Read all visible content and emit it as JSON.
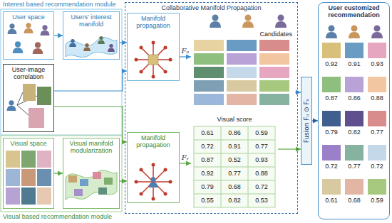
{
  "diagram": {
    "nodes": [
      {
        "text": [
          "User space"
        ]
      },
      {
        "text": [
          "Users' interest manifold"
        ]
      },
      {
        "text": [
          "User-image correlation"
        ]
      },
      {
        "text": [
          "Visual space"
        ]
      },
      {
        "text": [
          "Visual manifold modularization"
        ]
      },
      {
        "text": [
          "Collaborative Manifold Propagation"
        ]
      },
      {
        "text": [
          "Manifold propagation"
        ],
        "in": 5
      },
      {
        "text": [
          "Candidates"
        ],
        "in": 5
      },
      {
        "text": [
          "Manifold propagation"
        ],
        "in": 5
      },
      {
        "text": [
          "Visual score"
        ],
        "in": 5
      },
      {
        "text": [
          "Fusion Fᵤ ⊙ Fᵥ"
        ]
      },
      {
        "text": [
          "User customized recommendation"
        ]
      }
    ],
    "edges": [
      {
        "from": 0,
        "to": 1,
        "arrow": "to"
      },
      {
        "from": 1,
        "to": 6,
        "arrow": "to"
      },
      {
        "from": 2,
        "to": 6,
        "arrow": "to"
      },
      {
        "from": 2,
        "to": 8,
        "arrow": "to"
      },
      {
        "from": 3,
        "to": 4,
        "arrow": "to"
      },
      {
        "from": 4,
        "to": 8,
        "arrow": "to"
      },
      {
        "from": 6,
        "to": 7,
        "arrow": "to",
        "label": "Fᵤ"
      },
      {
        "from": 8,
        "to": 9,
        "arrow": "to",
        "label": "Fᵥ"
      },
      {
        "from": 7,
        "to": 10,
        "arrow": "to"
      },
      {
        "from": 9,
        "to": 10,
        "arrow": "to"
      },
      {
        "from": 10,
        "to": 11,
        "arrow": "to"
      }
    ],
    "labels": [
      "Interest based recommendation module",
      "Visual based recommendation module",
      "0.61",
      "0.86",
      "0.59",
      "0.72",
      "0.91",
      "0.77",
      "0.87",
      "0.52",
      "0.93",
      "0.92",
      "0.77",
      "0.88",
      "0.79",
      "0.68",
      "0.72",
      "0.55",
      "0.82",
      "0.53",
      "0.92",
      "0.91",
      "0.93",
      "0.87",
      "0.86",
      "0.88",
      "0.79",
      "0.82",
      "0.77",
      "0.72",
      "0.77",
      "0.72",
      "0.61",
      "0.68",
      "0.59"
    ]
  }
}
